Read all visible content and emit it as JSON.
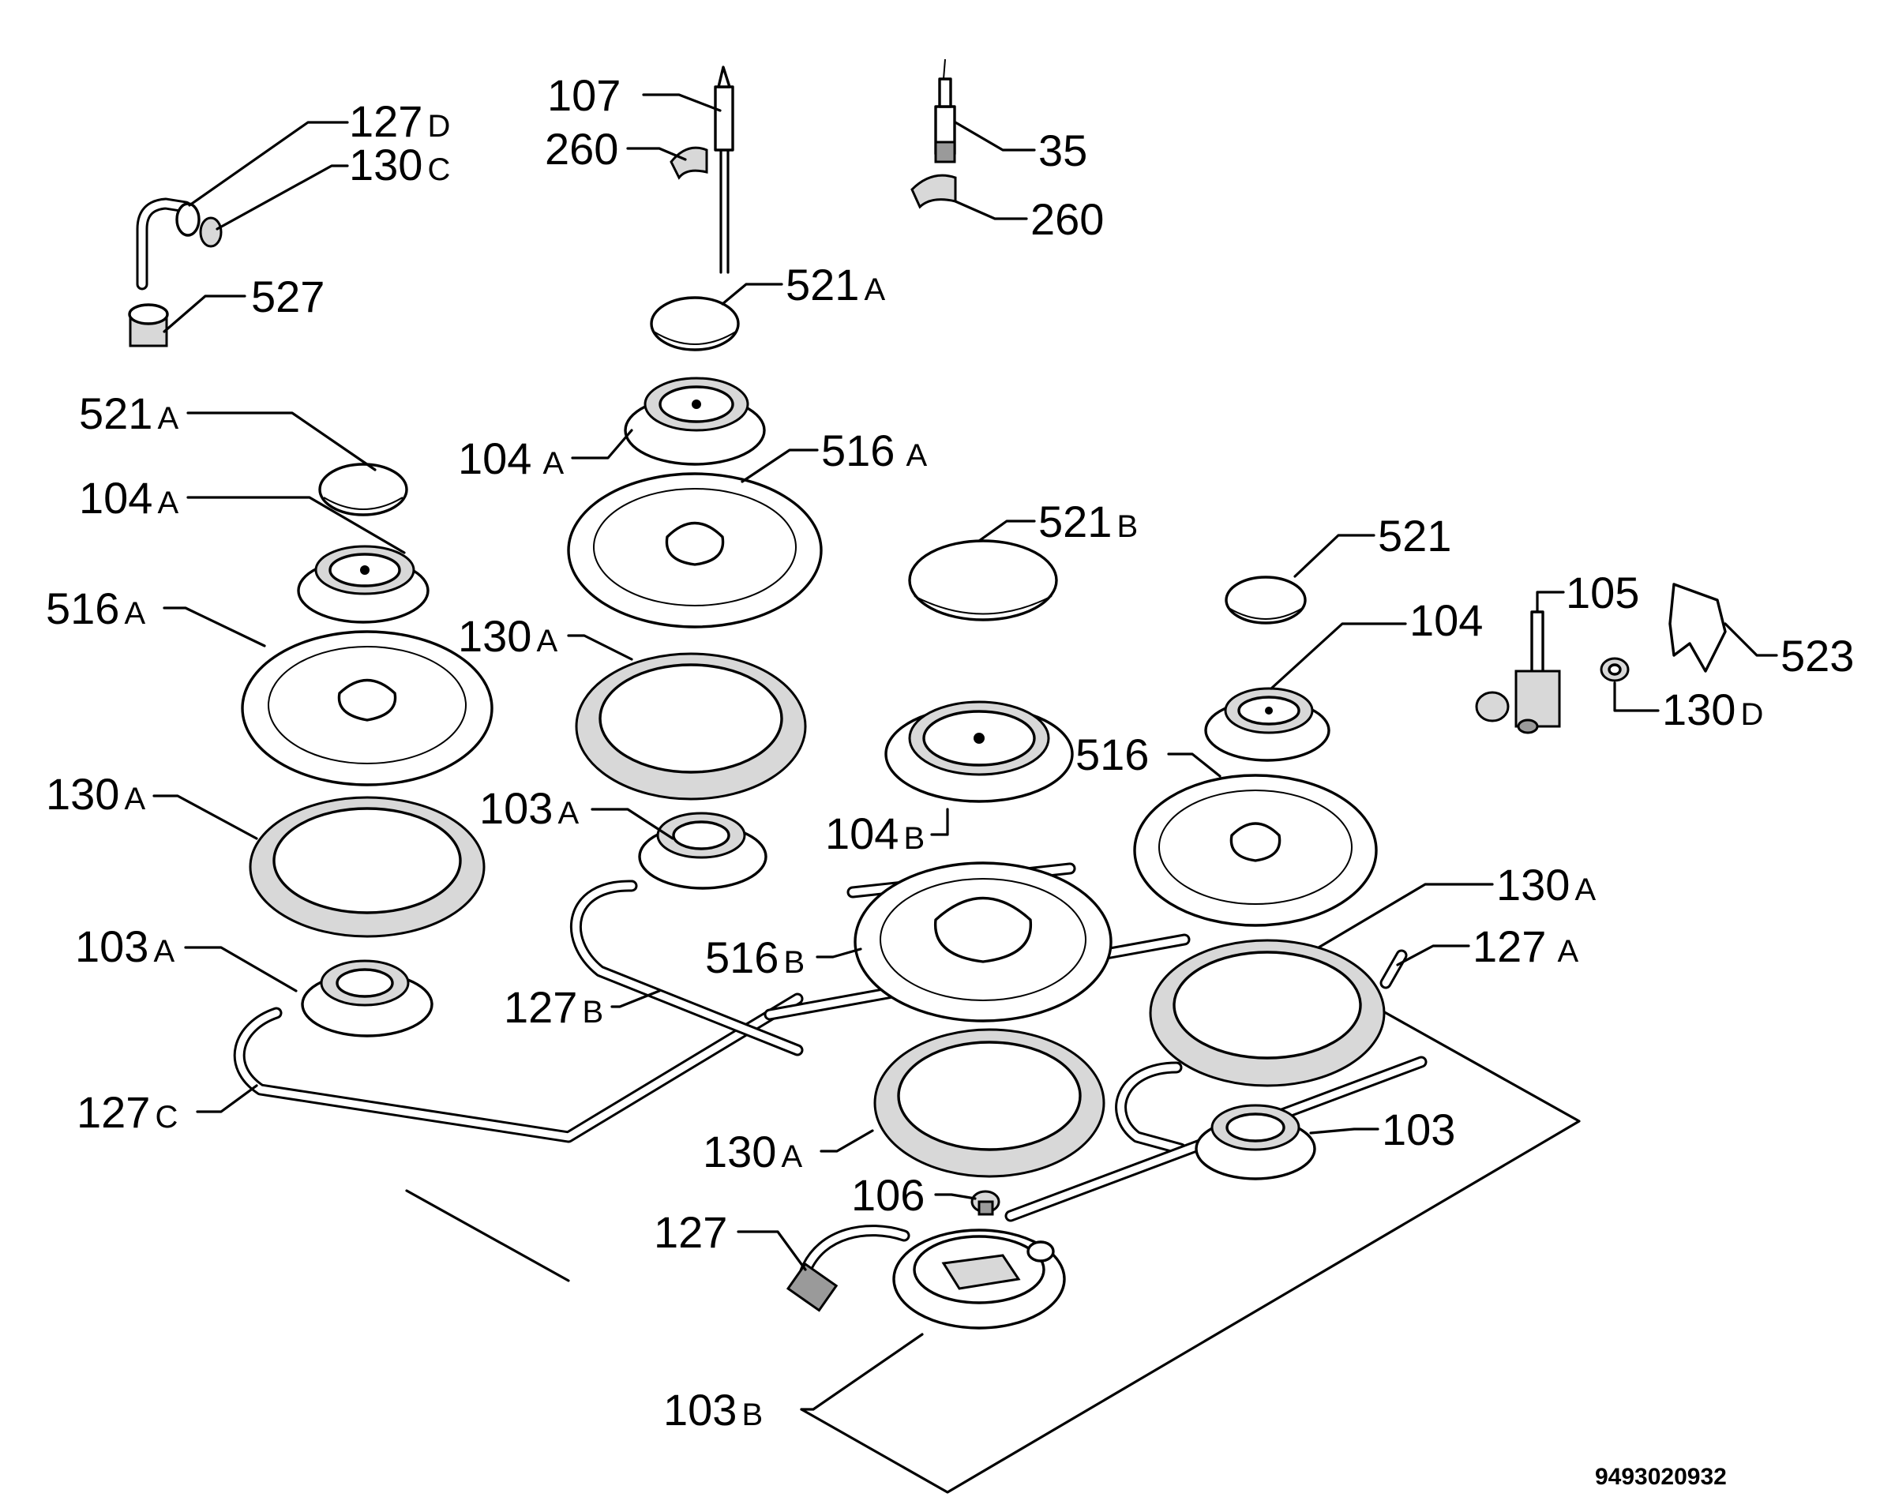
{
  "diagram": {
    "drawing_number": "9493020932",
    "labels": [
      {
        "id": "l-127d",
        "num": "127",
        "suf": "D"
      },
      {
        "id": "l-130c",
        "num": "130",
        "suf": "C"
      },
      {
        "id": "l-527",
        "num": "527",
        "suf": ""
      },
      {
        "id": "l-107",
        "num": "107",
        "suf": ""
      },
      {
        "id": "l-260a",
        "num": "260",
        "suf": ""
      },
      {
        "id": "l-35",
        "num": "35",
        "suf": ""
      },
      {
        "id": "l-260b",
        "num": "260",
        "suf": ""
      },
      {
        "id": "l-521a-top",
        "num": "521",
        "suf": "A"
      },
      {
        "id": "l-521a-left",
        "num": "521",
        "suf": "A"
      },
      {
        "id": "l-104a-mid",
        "num": "104",
        "suf": "A"
      },
      {
        "id": "l-104a-left",
        "num": "104",
        "suf": "A"
      },
      {
        "id": "l-516a-mid",
        "num": "516",
        "suf": "A"
      },
      {
        "id": "l-516a-left",
        "num": "516",
        "suf": "A"
      },
      {
        "id": "l-521b",
        "num": "521",
        "suf": "B"
      },
      {
        "id": "l-521",
        "num": "521",
        "suf": ""
      },
      {
        "id": "l-105",
        "num": "105",
        "suf": ""
      },
      {
        "id": "l-104",
        "num": "104",
        "suf": ""
      },
      {
        "id": "l-523",
        "num": "523",
        "suf": ""
      },
      {
        "id": "l-130a-mid",
        "num": "130",
        "suf": "A"
      },
      {
        "id": "l-130d",
        "num": "130",
        "suf": "D"
      },
      {
        "id": "l-130a-left",
        "num": "130",
        "suf": "A"
      },
      {
        "id": "l-516",
        "num": "516",
        "suf": ""
      },
      {
        "id": "l-103a-mid",
        "num": "103",
        "suf": "A"
      },
      {
        "id": "l-104b",
        "num": "104",
        "suf": "B"
      },
      {
        "id": "l-130a-right",
        "num": "130",
        "suf": "A"
      },
      {
        "id": "l-103a-left",
        "num": "103",
        "suf": "A"
      },
      {
        "id": "l-127a",
        "num": "127",
        "suf": "A"
      },
      {
        "id": "l-516b",
        "num": "516",
        "suf": "B"
      },
      {
        "id": "l-127b",
        "num": "127",
        "suf": "B"
      },
      {
        "id": "l-127c",
        "num": "127",
        "suf": "C"
      },
      {
        "id": "l-103",
        "num": "103",
        "suf": ""
      },
      {
        "id": "l-130a-bottom",
        "num": "130",
        "suf": "A"
      },
      {
        "id": "l-106",
        "num": "106",
        "suf": ""
      },
      {
        "id": "l-127",
        "num": "127",
        "suf": ""
      },
      {
        "id": "l-103b",
        "num": "103",
        "suf": "B"
      }
    ]
  }
}
